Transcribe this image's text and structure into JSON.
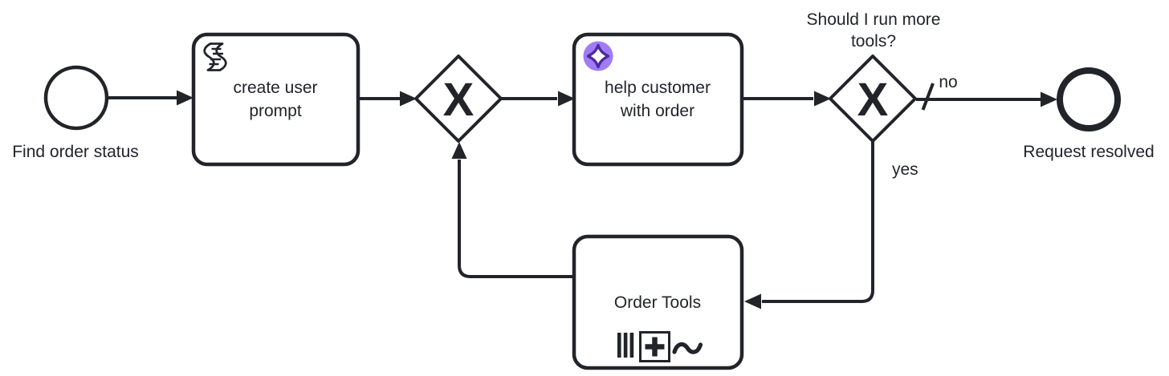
{
  "diagram": {
    "type": "bpmn-process",
    "colors": {
      "stroke": "#22242a",
      "shape_fill": "#ffffff",
      "background": "#ffffff",
      "ai_badge_fill": "#9f7cf3",
      "ai_badge_star_stroke": "#4c2a9e",
      "ai_badge_star_fill": "#ffffff"
    },
    "start_event": {
      "label": "Find order status"
    },
    "task_create_prompt": {
      "label": "create user prompt",
      "line1": "create user",
      "line2": "prompt",
      "icon": "script-icon"
    },
    "gateway_loop": {
      "type": "exclusive-gateway",
      "symbol": "X"
    },
    "task_help_customer": {
      "label": "help customer with order",
      "line1": "help customer",
      "line2": "with order",
      "icon": "ai-sparkle-icon"
    },
    "gateway_decision": {
      "type": "exclusive-gateway",
      "symbol": "X",
      "question_line1": "Should I run more",
      "question_line2": "tools?"
    },
    "flow_no": {
      "label": "no",
      "default_flow_marker": "slash"
    },
    "flow_yes": {
      "label": "yes"
    },
    "end_event": {
      "label": "Request resolved"
    },
    "subprocess_order_tools": {
      "label": "Order Tools",
      "markers": [
        "multi-instance-parallel-icon",
        "subprocess-plus-icon",
        "ad-hoc-tilde-icon"
      ]
    }
  }
}
